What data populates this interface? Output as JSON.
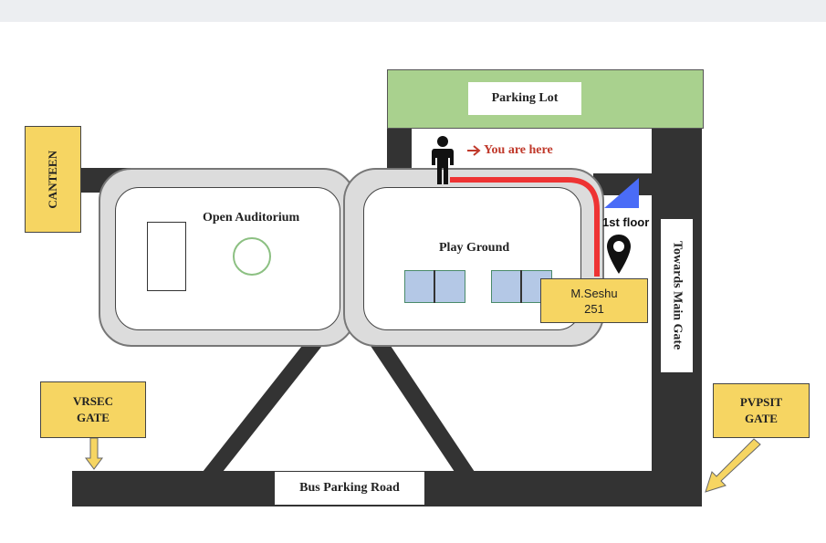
{
  "map": {
    "parking_lot": "Parking Lot",
    "you_are_here": "You are here",
    "canteen": "CANTEEN",
    "open_auditorium": "Open Auditorium",
    "play_ground": "Play Ground",
    "floor_label": "1st floor",
    "room": {
      "name": "M.Seshu",
      "number": "251"
    },
    "towards_main_gate": "Towards Main Gate",
    "vrsec_gate": "VRSEC GATE",
    "pvpsit_gate": "PVPSIT GATE",
    "bus_parking_road": "Bus Parking Road"
  },
  "colors": {
    "road": "#333333",
    "parking_green": "#a9d18e",
    "gate_yellow": "#f6d562",
    "route_red": "#ee3333",
    "location_text_red": "#c0392b",
    "floor_marker_blue": "#4a6cf7"
  },
  "icons": [
    "person-icon",
    "arrow-right-icon",
    "location-pin-icon",
    "floor-triangle-icon",
    "gate-arrow-icon"
  ]
}
